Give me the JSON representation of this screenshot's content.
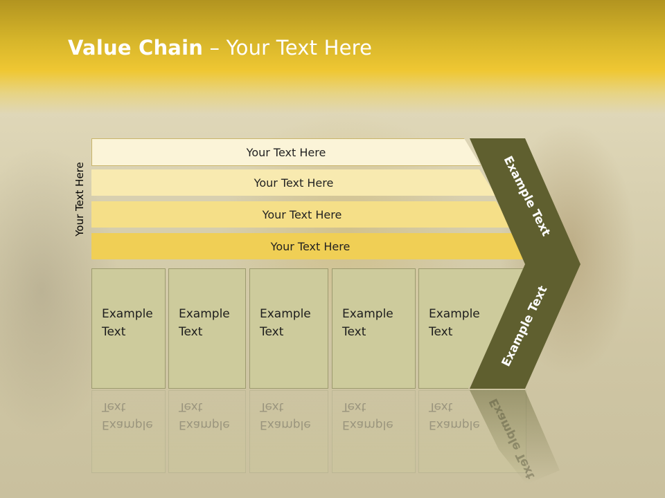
{
  "title": {
    "bold": "Value Chain",
    "rest": " – Your Text Here"
  },
  "side_label": "Your Text Here",
  "bars": [
    {
      "label": "Your Text Here",
      "color": "#fbf4d8"
    },
    {
      "label": "Your Text Here",
      "color": "#f8eab0"
    },
    {
      "label": "Your Text Here",
      "color": "#f5df88"
    },
    {
      "label": "Your Text Here",
      "color": "#f0cf55"
    }
  ],
  "boxes": [
    {
      "line1": "Example",
      "line2": "Text"
    },
    {
      "line1": "Example",
      "line2": "Text"
    },
    {
      "line1": "Example",
      "line2": "Text"
    },
    {
      "line1": "Example",
      "line2": "Text"
    },
    {
      "line1": "Example",
      "line2": "Text"
    }
  ],
  "chevron": {
    "top_label": "Example Text",
    "bottom_label": "Example Text",
    "color": "#5f5f2f"
  }
}
